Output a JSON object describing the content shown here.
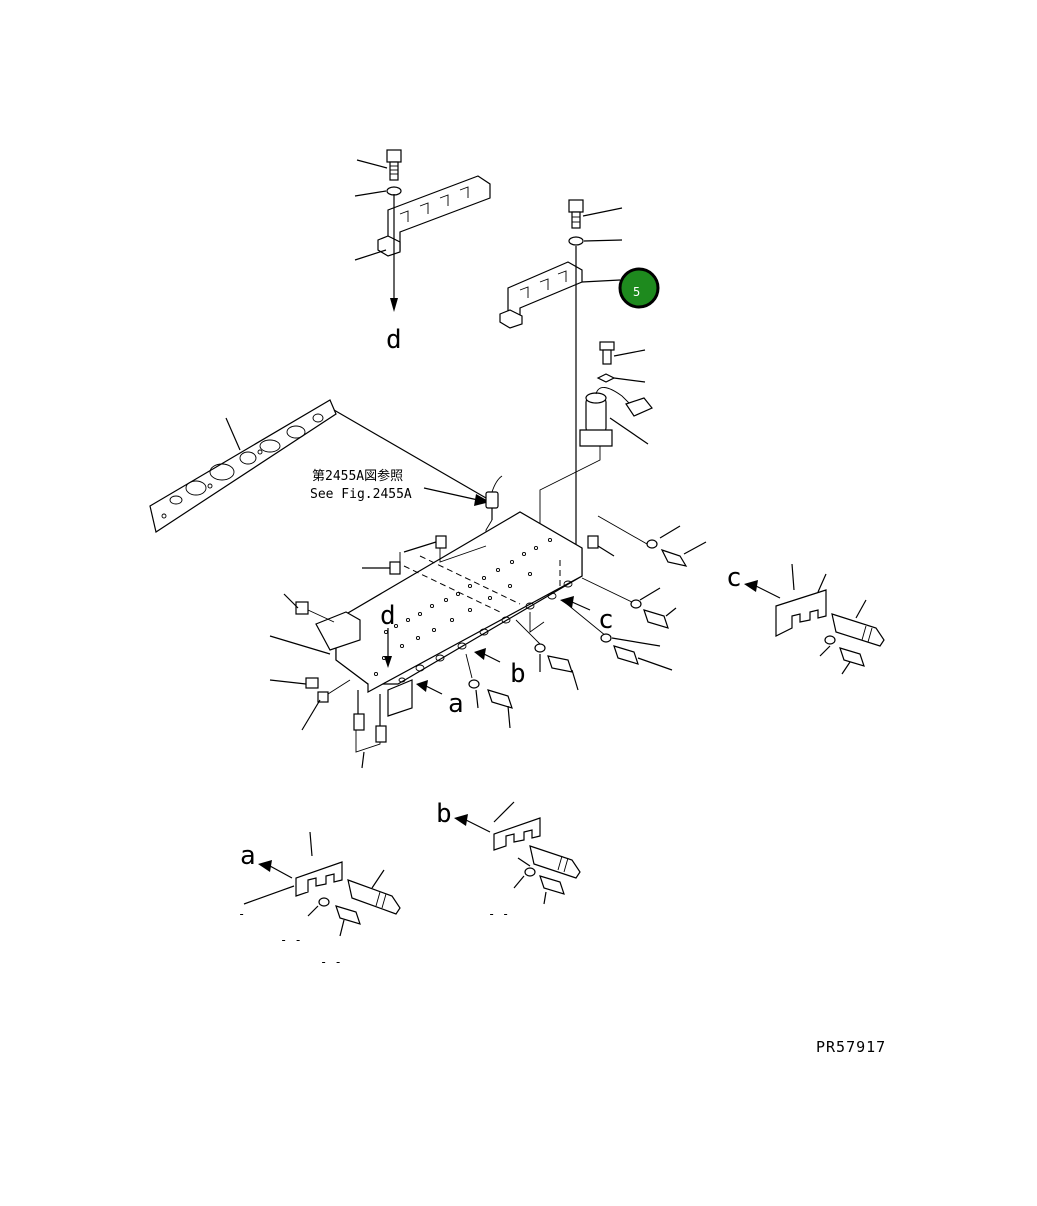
{
  "reference": {
    "japanese": "第2455A図参照",
    "english": "See Fig.2455A"
  },
  "callout": {
    "number": "5",
    "color": "#1e8a1e",
    "border_color": "#000000"
  },
  "view_letters": {
    "a1": "a",
    "a2": "a",
    "b1": "b",
    "b2": "b",
    "c1": "c",
    "c2": "c",
    "d1": "d",
    "d2": "d"
  },
  "figure_code": "PR57917",
  "line_color": "#000000",
  "background": "#ffffff"
}
